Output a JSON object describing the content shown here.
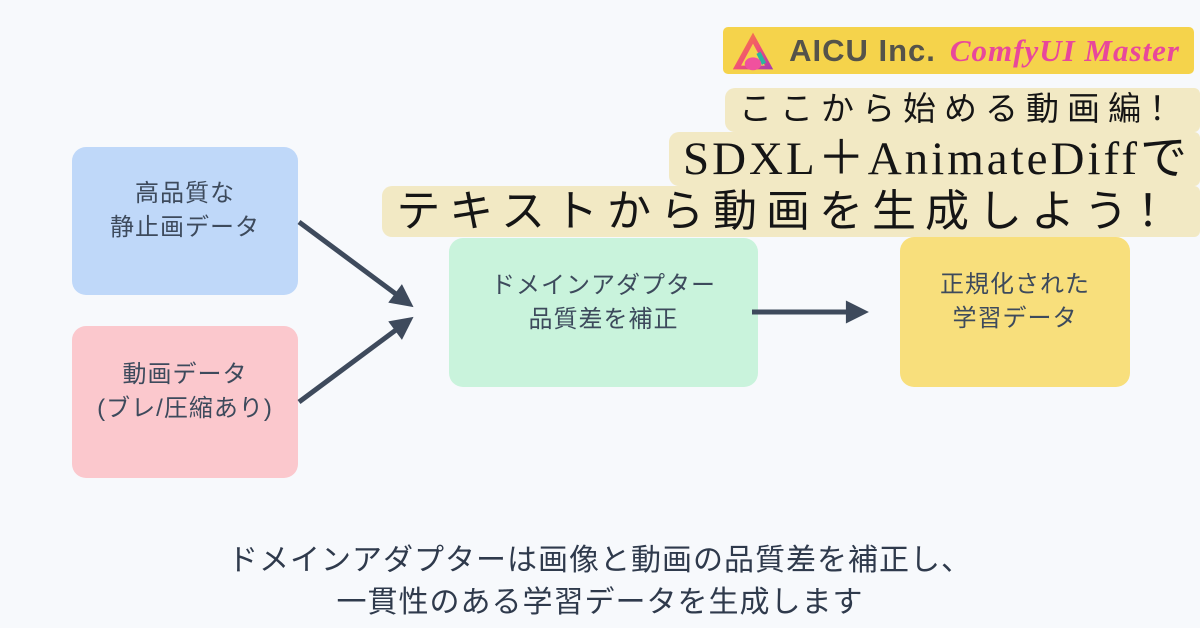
{
  "badge": {
    "company": "AICU Inc.",
    "product": "ComfyUI Master",
    "bg_color": "#F5D34B",
    "company_color": "#55534A",
    "product_color": "#E8489B",
    "logo": "aicu-triangle-logo"
  },
  "title": {
    "lines": [
      "ここから始める動画編！",
      "SDXL＋AnimateDiffで",
      "テキストから動画を生成しよう！"
    ],
    "highlight_color": "#F2E9C4",
    "text_color": "#151515"
  },
  "diagram": {
    "nodes": [
      {
        "id": "high-quality-stills",
        "label_lines": [
          "高品質な",
          "静止画データ"
        ],
        "color": "#BFD8F9"
      },
      {
        "id": "video-data",
        "label_lines": [
          "動画データ",
          "(ブレ/圧縮あり)"
        ],
        "color": "#FBC8CD"
      },
      {
        "id": "domain-adapter",
        "label_lines": [
          "ドメインアダプター",
          "品質差を補正"
        ],
        "color": "#C9F3DC"
      },
      {
        "id": "normalized-output",
        "label_lines": [
          "正規化された",
          "学習データ"
        ],
        "color": "#F8DF7C"
      }
    ],
    "arrow_color": "#3E4A5C",
    "text_color": "#3D4A5C"
  },
  "caption": {
    "lines": [
      "ドメインアダプターは画像と動画の品質差を補正し、",
      "一貫性のある学習データを生成します"
    ],
    "text_color": "#2F3A4C"
  },
  "background_color": "#F7F9FC"
}
